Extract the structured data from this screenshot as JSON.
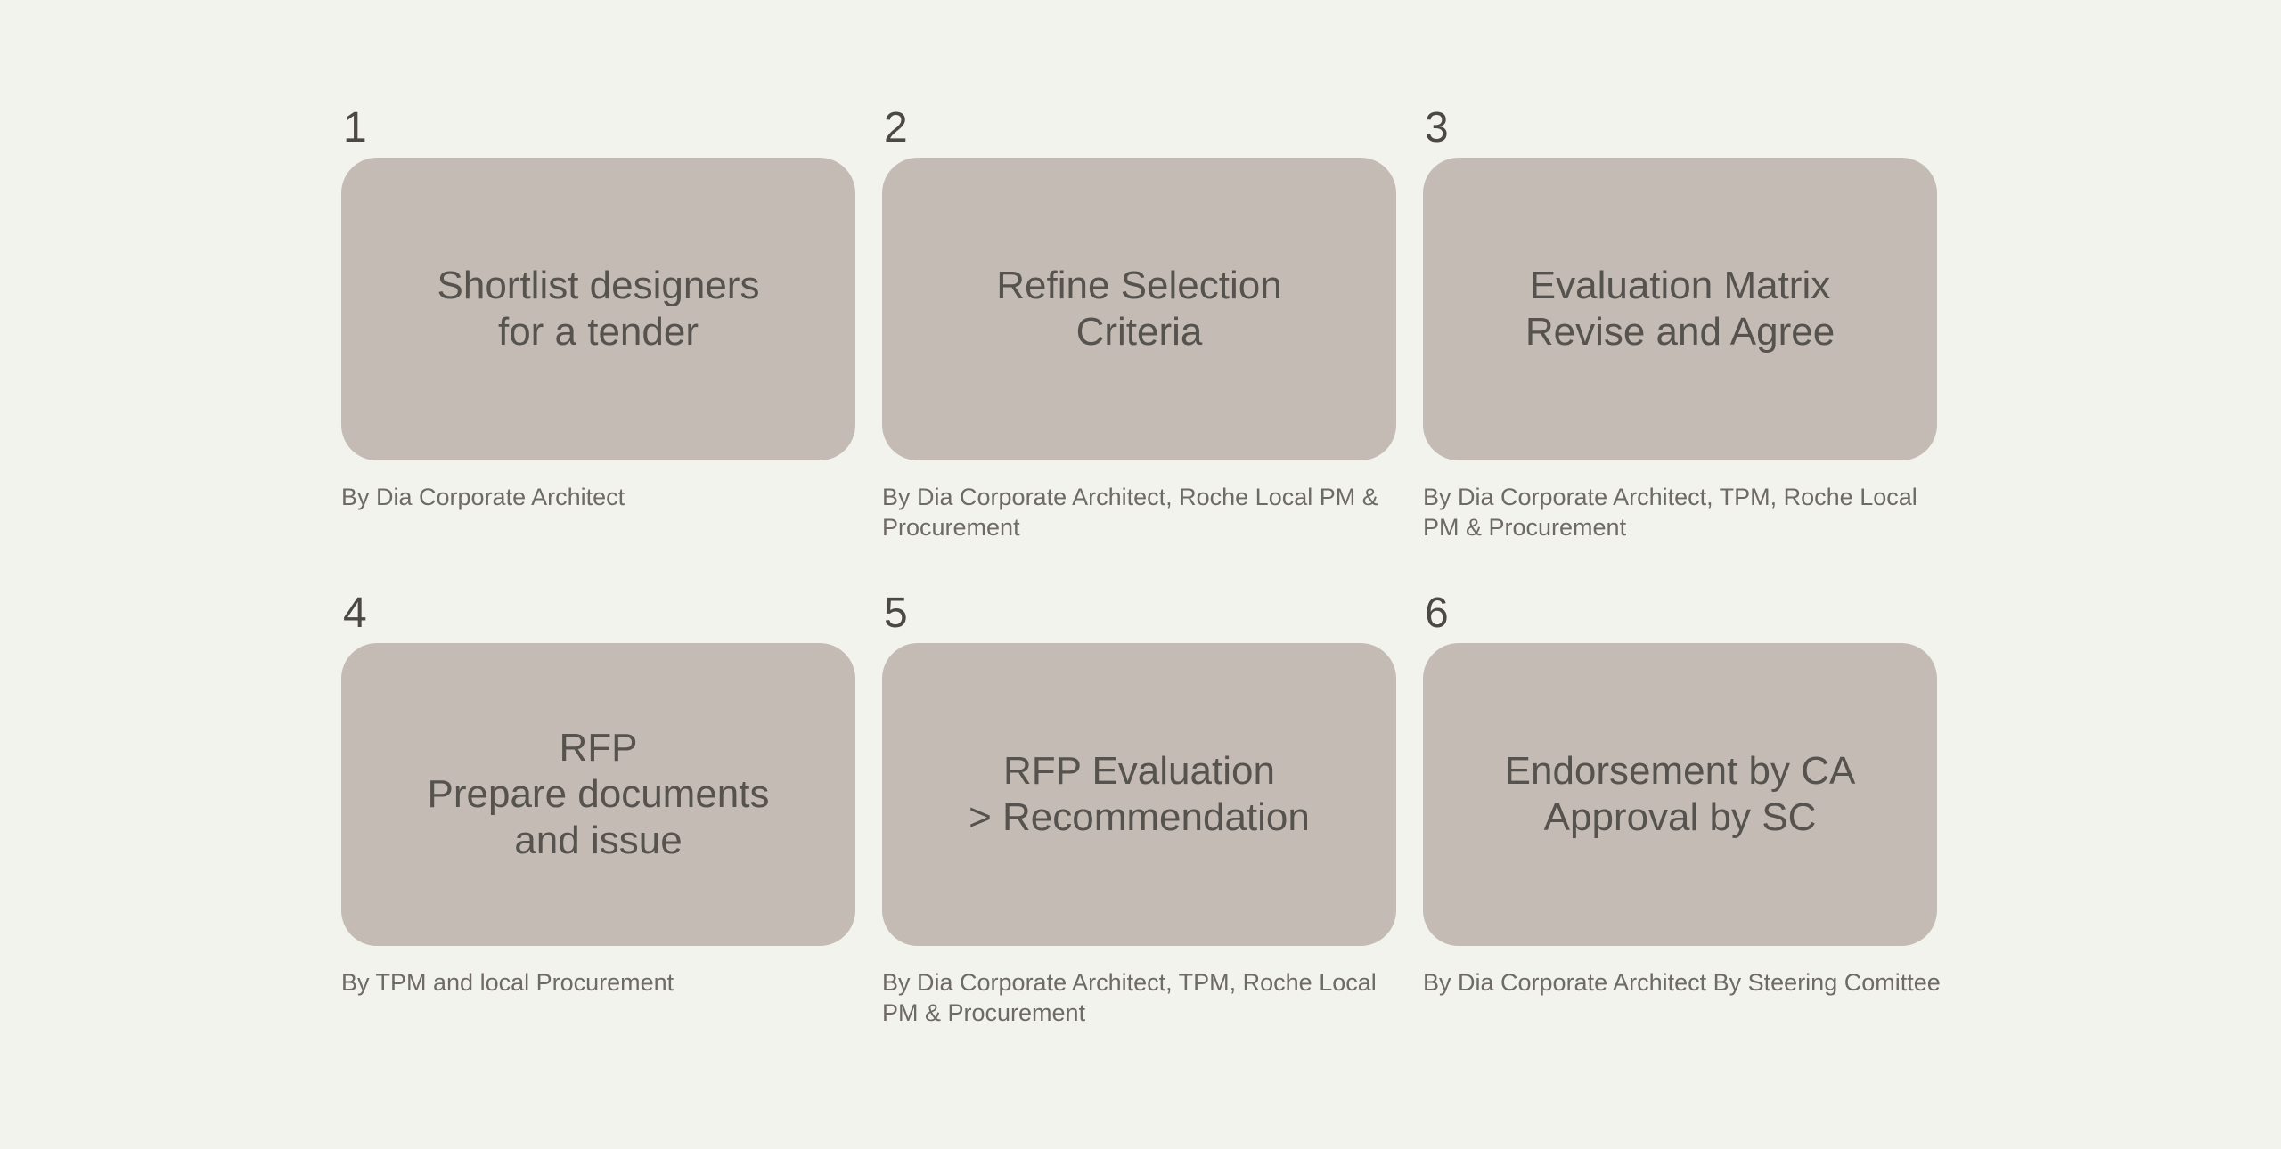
{
  "canvas": {
    "colors": {
      "bg": "#F3F3ED",
      "card": "#C4BBB5",
      "title": "#56524D",
      "number": "#4C4843",
      "attribution": "#6E6A64"
    }
  },
  "steps": [
    {
      "number": "1",
      "title": "Shortlist designers\nfor a tender",
      "attribution": "By Dia Corporate Architect"
    },
    {
      "number": "2",
      "title": "Refine Selection\nCriteria",
      "attribution": "By Dia Corporate Architect, Roche Local PM &\nProcurement"
    },
    {
      "number": "3",
      "title": "Evaluation Matrix\nRevise and Agree",
      "attribution": "By Dia Corporate Architect, TPM, Roche Local\nPM & Procurement"
    },
    {
      "number": "4",
      "title": "RFP\nPrepare documents\nand issue",
      "attribution": "By TPM and local Procurement"
    },
    {
      "number": "5",
      "title": "RFP Evaluation\n> Recommendation",
      "attribution": "By Dia Corporate Architect, TPM, Roche Local\nPM & Procurement"
    },
    {
      "number": "6",
      "title": "Endorsement by CA\nApproval by SC",
      "attribution": "By Dia Corporate Architect By Steering Comittee"
    }
  ]
}
